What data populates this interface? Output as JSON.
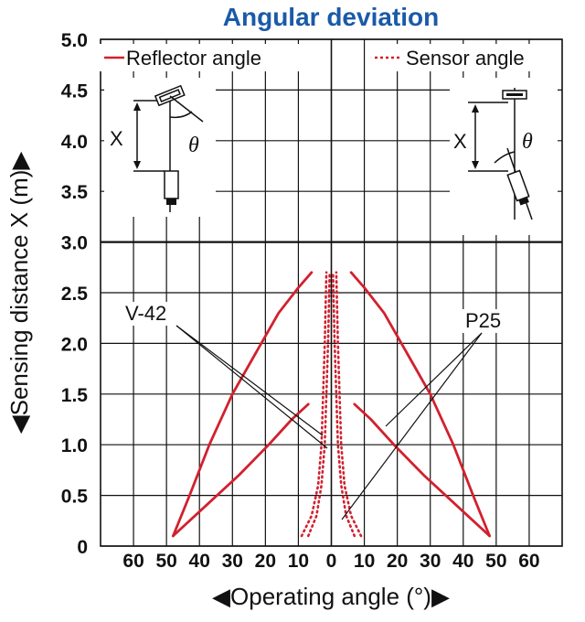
{
  "chart_data": {
    "type": "line",
    "title": "Angular deviation",
    "xlabel": "◀Operating angle (°)▶",
    "ylabel": "◀Sensing distance X (m)▶",
    "xlim": [
      -70,
      70
    ],
    "ylim": [
      0,
      5
    ],
    "x_ticks": [
      -60,
      -50,
      -40,
      -30,
      -20,
      -10,
      0,
      10,
      20,
      30,
      40,
      50,
      60
    ],
    "x_tick_labels": [
      "60",
      "50",
      "40",
      "30",
      "20",
      "10",
      "0",
      "10",
      "20",
      "30",
      "40",
      "50",
      "60"
    ],
    "y_ticks": [
      0,
      0.5,
      1.0,
      1.5,
      2.0,
      2.5,
      3.0,
      3.5,
      4.0,
      4.5,
      5.0
    ],
    "y_tick_labels": [
      "0",
      "0.5",
      "1.0",
      "1.5",
      "2.0",
      "2.5",
      "3.0",
      "3.5",
      "4.0",
      "4.5",
      "5.0"
    ],
    "grid": true,
    "legend": [
      {
        "label": "Reflector angle",
        "style": "solid",
        "position": "top-left"
      },
      {
        "label": "Sensor angle",
        "style": "dotted",
        "position": "top-right"
      }
    ],
    "annotations": [
      "V-42",
      "P25"
    ],
    "diagram_labels": {
      "distance": "X",
      "angle": "θ"
    },
    "series": [
      {
        "legend": "Reflector angle",
        "style": "solid",
        "group": "V-42",
        "x": [
          -48,
          -43,
          -37,
          -30,
          -23,
          -16,
          -10,
          -6
        ],
        "y": [
          0.1,
          0.5,
          1.0,
          1.5,
          1.9,
          2.3,
          2.55,
          2.7
        ]
      },
      {
        "legend": "Reflector angle",
        "style": "solid",
        "group": "V-42",
        "x": [
          48,
          43,
          37,
          30,
          23,
          16,
          10,
          6
        ],
        "y": [
          0.1,
          0.5,
          1.0,
          1.5,
          1.9,
          2.3,
          2.55,
          2.7
        ]
      },
      {
        "legend": "Reflector angle",
        "style": "solid",
        "group": "P25",
        "x": [
          -48,
          -38,
          -28,
          -19,
          -12,
          -7
        ],
        "y": [
          0.1,
          0.4,
          0.7,
          1.0,
          1.25,
          1.4
        ]
      },
      {
        "legend": "Reflector angle",
        "style": "solid",
        "group": "P25",
        "x": [
          48,
          38,
          28,
          19,
          12,
          7
        ],
        "y": [
          0.1,
          0.4,
          0.7,
          1.0,
          1.25,
          1.4
        ]
      },
      {
        "legend": "Sensor angle",
        "style": "dotted",
        "group": "V-42",
        "x": [
          -9,
          -6,
          -4,
          -3,
          -2.5,
          -2,
          -1.5
        ],
        "y": [
          0.1,
          0.3,
          0.6,
          1.0,
          1.5,
          2.0,
          2.7
        ]
      },
      {
        "legend": "Sensor angle",
        "style": "dotted",
        "group": "V-42",
        "x": [
          9,
          6,
          4,
          3,
          2.5,
          2,
          1.5
        ],
        "y": [
          0.1,
          0.3,
          0.6,
          1.0,
          1.5,
          2.0,
          2.7
        ]
      },
      {
        "legend": "Sensor angle",
        "style": "dotted",
        "group": "P25",
        "x": [
          -7,
          -4.5,
          -3,
          -2,
          -1.5,
          -1,
          -0.5
        ],
        "y": [
          0.1,
          0.3,
          0.6,
          1.0,
          1.5,
          2.0,
          2.7
        ]
      },
      {
        "legend": "Sensor angle",
        "style": "dotted",
        "group": "P25",
        "x": [
          7,
          4.5,
          3,
          2,
          1.5,
          1,
          0.5
        ],
        "y": [
          0.1,
          0.3,
          0.6,
          1.0,
          1.5,
          2.0,
          2.7
        ]
      }
    ],
    "colors": {
      "curve": "#d2202d",
      "title": "#1a5aa8",
      "grid": "#111111"
    }
  }
}
